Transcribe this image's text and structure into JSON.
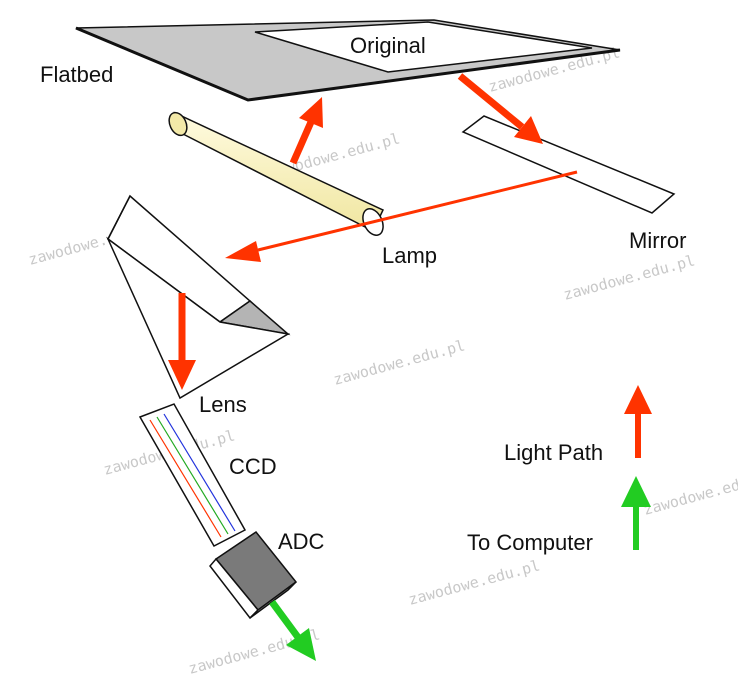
{
  "labels": {
    "original": "Original",
    "flatbed": "Flatbed",
    "lamp": "Lamp",
    "mirror": "Mirror",
    "lens": "Lens",
    "ccd": "CCD",
    "adc": "ADC"
  },
  "legend": {
    "light_path": "Light Path",
    "to_computer": "To Computer"
  },
  "watermark": "zawodowe.edu.pl",
  "colors": {
    "light_path": "#ff3300",
    "to_computer": "#22cc22",
    "lamp": "#fcf3b8",
    "flatbed": "#c8c8c8",
    "prism_shade": "#b4b4b4",
    "adc": "#7a7a7a"
  }
}
